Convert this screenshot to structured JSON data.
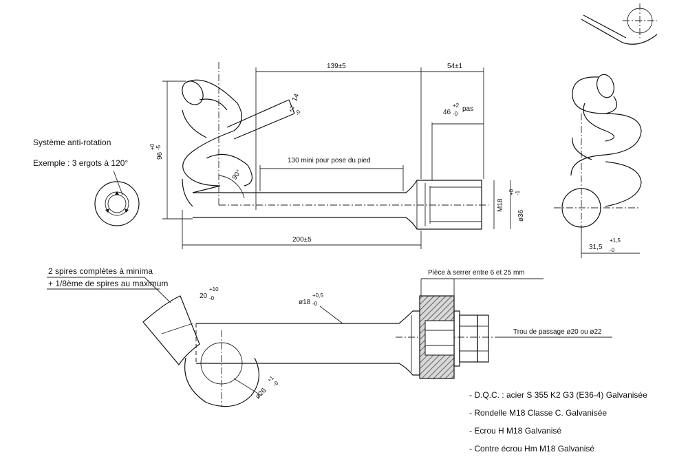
{
  "anti_rotation": {
    "title": "Système anti-rotation",
    "example": "Exemple : 3 ergots à 120°"
  },
  "dimensions": {
    "d139": "139±5",
    "d54": "54±1",
    "d46": "46",
    "d46_tol_up": "+2",
    "d46_tol_down": "-0",
    "d46_suffix": "pas",
    "d96": "96",
    "d96_tol_up": "+0",
    "d96_tol_down": "-5",
    "d14": "14",
    "d14_tol_up": "+3",
    "d14_tol_down": "-0",
    "angle": "90°",
    "min130": "130 mini pour pose du pied",
    "m18": "M18",
    "d36": "ø36",
    "d36_tol_up": "+0",
    "d36_tol_down": "-1",
    "d200": "200±5",
    "d31_5": "31,5",
    "d31_5_tol_up": "+1,5",
    "d31_5_tol_down": "-0",
    "d20": "20",
    "d20_tol_up": "+10",
    "d20_tol_down": "-0",
    "d18": "ø18",
    "d18_tol_up": "+0,5",
    "d18_tol_down": "-0",
    "d26": "ø26",
    "d26_tol_up": "+1",
    "d26_tol_down": "-0"
  },
  "notes": {
    "spires_line1": "2 spires complètes à minima",
    "spires_line2": "+ 1/8ème de spires au maximum",
    "piece": "Pièce à serrer entre 6 et 25 mm",
    "trou": "Trou de passage ø20 ou ø22"
  },
  "specs": [
    "- D.Q.C. : acier S 355 K2 G3 (E36-4) Galvanisée",
    "- Rondelle M18 Classe C. Galvanisée",
    "- Ecrou H M18 Galvanisé",
    "- Contre écrou Hm M18 Galvanisé"
  ]
}
